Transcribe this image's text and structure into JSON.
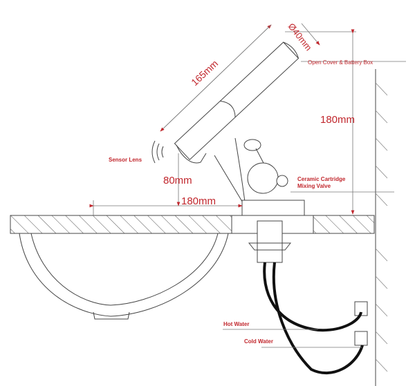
{
  "labels": {
    "diameter": "Ø40mm",
    "length": "165mm",
    "battery_box": "Open Cover & Battery Box",
    "height": "180mm",
    "sensor": "Sensor Lens",
    "spout_height": "80mm",
    "reach": "180mm",
    "valve_line1": "Ceramic Cartridge",
    "valve_line2": "Mixing Valve",
    "hot": "Hot Water",
    "cold": "Cold Water"
  },
  "colors": {
    "label": "#c1272d",
    "hose": "#111111",
    "line": "#444444"
  }
}
